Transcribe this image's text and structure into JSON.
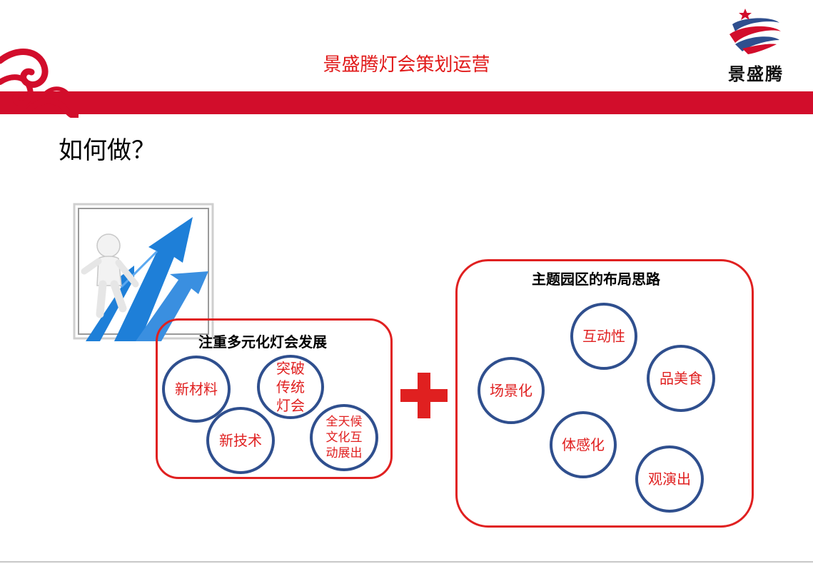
{
  "header": {
    "title": "景盛腾灯会策划运营",
    "logo_text": "景盛腾"
  },
  "page_heading": "如何做？",
  "left_panel": {
    "title": "注重多元化灯会发展",
    "items": [
      "新材料",
      "突破传统灯会",
      "新技术",
      "全天候文化互动展出"
    ]
  },
  "right_panel": {
    "title": "主题园区的布局思路",
    "items": [
      "互动性",
      "场景化",
      "品美食",
      "体感化",
      "观演出"
    ]
  },
  "colors": {
    "brand_red": "#d20d2b",
    "text_red": "#e02020",
    "circle_blue": "#2f4f8e",
    "arrow_blue": "#1e7fd8"
  },
  "icons": {
    "logo": "star-globe-icon",
    "decoration": "cloud-swirl-icon",
    "illustration": "figure-on-branching-arrows",
    "operator": "plus-icon"
  }
}
